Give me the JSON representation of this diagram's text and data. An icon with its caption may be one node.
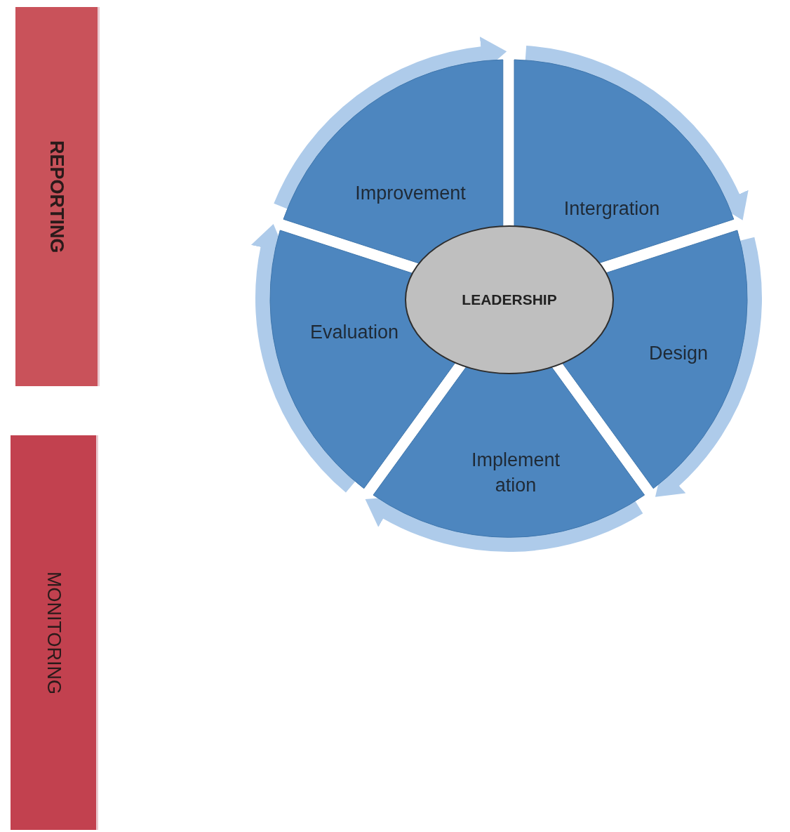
{
  "diagram": {
    "nodes": [
      {
        "text": [
          "REPORTING"
        ]
      },
      {
        "text": [
          "MONITORING"
        ]
      },
      {
        "text": [
          "Improvement"
        ]
      },
      {
        "text": [
          "Intergration"
        ]
      },
      {
        "text": [
          "Design"
        ]
      },
      {
        "text": [
          "Implement ation"
        ]
      },
      {
        "text": [
          "Evaluation"
        ]
      },
      {
        "text": [
          "LEADERSHIP"
        ]
      }
    ],
    "edges": [
      {
        "from": 2,
        "to": 3,
        "arrow": "to"
      },
      {
        "from": 3,
        "to": 4,
        "arrow": "to"
      },
      {
        "from": 4,
        "to": 5,
        "arrow": "to"
      },
      {
        "from": 5,
        "to": 6,
        "arrow": "to"
      },
      {
        "from": 6,
        "to": 2,
        "arrow": "to"
      }
    ]
  }
}
